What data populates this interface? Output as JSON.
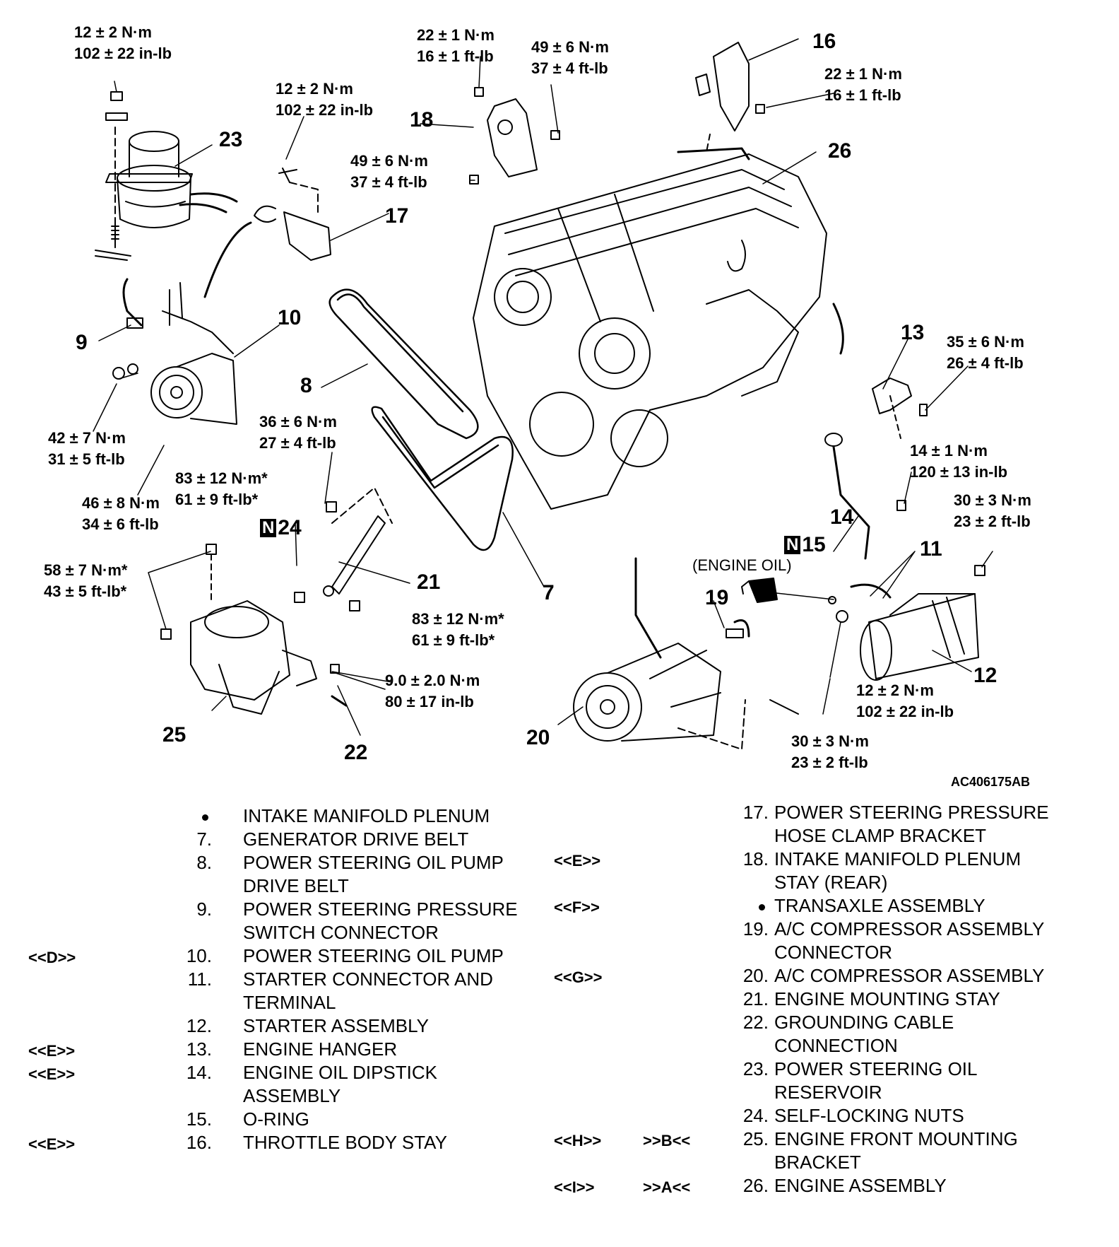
{
  "figure_id": "AC406175AB",
  "engine_oil_note": "(ENGINE OIL)",
  "torque_specs": [
    {
      "l1": "12 ± 2 N·m",
      "l2": "102 ± 22 in-lb"
    },
    {
      "l1": "12 ± 2 N·m",
      "l2": "102 ± 22 in-lb"
    },
    {
      "l1": "22 ± 1 N·m",
      "l2": "16 ± 1 ft-lb"
    },
    {
      "l1": "49 ± 6 N·m",
      "l2": "37 ± 4 ft-lb"
    },
    {
      "l1": "49 ± 6 N·m",
      "l2": "37 ± 4 ft-lb"
    },
    {
      "l1": "22 ± 1 N·m",
      "l2": "16 ± 1 ft-lb"
    },
    {
      "l1": "35 ± 6 N·m",
      "l2": "26 ± 4 ft-lb"
    },
    {
      "l1": "42 ± 7 N·m",
      "l2": "31 ± 5 ft-lb"
    },
    {
      "l1": "36 ± 6 N·m",
      "l2": "27 ± 4 ft-lb"
    },
    {
      "l1": "83 ± 12 N·m*",
      "l2": "61 ± 9 ft-lb*"
    },
    {
      "l1": "46 ± 8 N·m",
      "l2": "34 ± 6 ft-lb"
    },
    {
      "l1": "14 ± 1 N·m",
      "l2": "120 ± 13 in-lb"
    },
    {
      "l1": "30 ± 3 N·m",
      "l2": "23 ± 2 ft-lb"
    },
    {
      "l1": "58 ± 7 N·m*",
      "l2": "43 ± 5 ft-lb*"
    },
    {
      "l1": "83 ± 12 N·m*",
      "l2": "61 ± 9 ft-lb*"
    },
    {
      "l1": "9.0 ± 2.0 N·m",
      "l2": "80 ± 17 in-lb"
    },
    {
      "l1": "12 ± 2 N·m",
      "l2": "102 ± 22 in-lb"
    },
    {
      "l1": "30 ± 3 N·m",
      "l2": "23 ± 2 ft-lb"
    }
  ],
  "callouts": [
    "23",
    "17",
    "18",
    "16",
    "26",
    "10",
    "9",
    "8",
    "13",
    "21",
    "7",
    "14",
    "11",
    "19",
    "12",
    "25",
    "22",
    "20"
  ],
  "badged_callouts": [
    {
      "badge": "N",
      "num": "24"
    },
    {
      "badge": "N",
      "num": "15"
    }
  ],
  "legend_left": [
    {
      "tag": "",
      "num": "",
      "bullet": true,
      "l1": "INTAKE MANIFOLD PLENUM",
      "l2": ""
    },
    {
      "tag": "",
      "num": "7.",
      "bullet": false,
      "l1": "GENERATOR DRIVE BELT",
      "l2": ""
    },
    {
      "tag": "",
      "num": "8.",
      "bullet": false,
      "l1": "POWER STEERING OIL PUMP",
      "l2": "DRIVE BELT"
    },
    {
      "tag": "",
      "num": "9.",
      "bullet": false,
      "l1": "POWER STEERING PRESSURE",
      "l2": "SWITCH CONNECTOR"
    },
    {
      "tag": "<<D>>",
      "num": "10.",
      "bullet": false,
      "l1": "POWER STEERING OIL PUMP",
      "l2": ""
    },
    {
      "tag": "",
      "num": "11.",
      "bullet": false,
      "l1": "STARTER CONNECTOR AND",
      "l2": "TERMINAL"
    },
    {
      "tag": "",
      "num": "12.",
      "bullet": false,
      "l1": "STARTER ASSEMBLY",
      "l2": ""
    },
    {
      "tag": "<<E>>",
      "num": "13.",
      "bullet": false,
      "l1": "ENGINE HANGER",
      "l2": ""
    },
    {
      "tag": "<<E>>",
      "num": "14.",
      "bullet": false,
      "l1": "ENGINE OIL DIPSTICK",
      "l2": "ASSEMBLY"
    },
    {
      "tag": "",
      "num": "15.",
      "bullet": false,
      "l1": "O-RING",
      "l2": ""
    },
    {
      "tag": "<<E>>",
      "num": "16.",
      "bullet": false,
      "l1": "THROTTLE BODY STAY",
      "l2": ""
    }
  ],
  "legend_right": [
    {
      "tag": "",
      "tag2": "",
      "num": "17.",
      "bullet": false,
      "l1": "POWER STEERING PRESSURE",
      "l2": "HOSE CLAMP BRACKET"
    },
    {
      "tag": "<<E>>",
      "tag2": "",
      "num": "18.",
      "bullet": false,
      "l1": "INTAKE MANIFOLD PLENUM",
      "l2": "STAY (REAR)"
    },
    {
      "tag": "<<F>>",
      "tag2": "",
      "num": "",
      "bullet": true,
      "l1": "TRANSAXLE ASSEMBLY",
      "l2": ""
    },
    {
      "tag": "",
      "tag2": "",
      "num": "19.",
      "bullet": false,
      "l1": "A/C COMPRESSOR ASSEMBLY",
      "l2": "CONNECTOR"
    },
    {
      "tag": "<<G>>",
      "tag2": "",
      "num": "20.",
      "bullet": false,
      "l1": "A/C COMPRESSOR ASSEMBLY",
      "l2": ""
    },
    {
      "tag": "",
      "tag2": "",
      "num": "21.",
      "bullet": false,
      "l1": "ENGINE MOUNTING STAY",
      "l2": ""
    },
    {
      "tag": "",
      "tag2": "",
      "num": "22.",
      "bullet": false,
      "l1": "GROUNDING CABLE",
      "l2": "CONNECTION"
    },
    {
      "tag": "",
      "tag2": "",
      "num": "23.",
      "bullet": false,
      "l1": "POWER STEERING OIL",
      "l2": "RESERVOIR"
    },
    {
      "tag": "",
      "tag2": "",
      "num": "24.",
      "bullet": false,
      "l1": "SELF-LOCKING NUTS",
      "l2": ""
    },
    {
      "tag": "<<H>>",
      "tag2": ">>B<<",
      "num": "25.",
      "bullet": false,
      "l1": "ENGINE FRONT MOUNTING",
      "l2": "BRACKET"
    },
    {
      "tag": "<<I>>",
      "tag2": ">>A<<",
      "num": "26.",
      "bullet": false,
      "l1": "ENGINE ASSEMBLY",
      "l2": ""
    }
  ]
}
